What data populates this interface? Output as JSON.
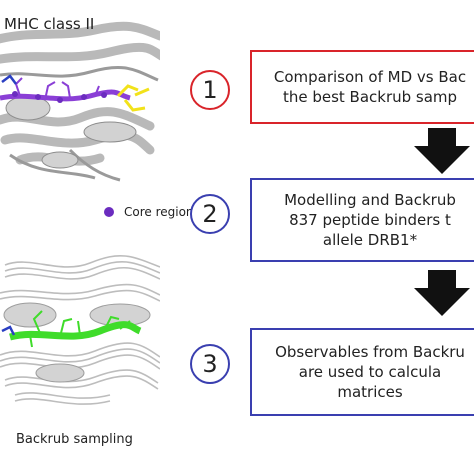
{
  "panels": {
    "top_title": "MHC class II",
    "legend_label": "Core region",
    "bottom_label": "Backrub sampling"
  },
  "colors": {
    "red": "#d9242a",
    "blue": "#3a3fb0",
    "core_dot": "#6b2cbf",
    "peptide_purple": "#8a3fd6",
    "peptide_green": "#3fdc2a",
    "anchor_yellow": "#f2e21a",
    "protein_gray": "#b9b9b9"
  },
  "steps": [
    {
      "number": "1",
      "color": "red",
      "lines": [
        "Comparison of MD vs Bac",
        "the best Backrub samp"
      ]
    },
    {
      "number": "2",
      "color": "blue",
      "lines": [
        "Modelling and Backrub",
        "837 peptide binders t",
        "allele DRB1*"
      ]
    },
    {
      "number": "3",
      "color": "blue",
      "lines": [
        "Observables from Backru",
        "are used to calcula",
        "matrices"
      ]
    }
  ]
}
